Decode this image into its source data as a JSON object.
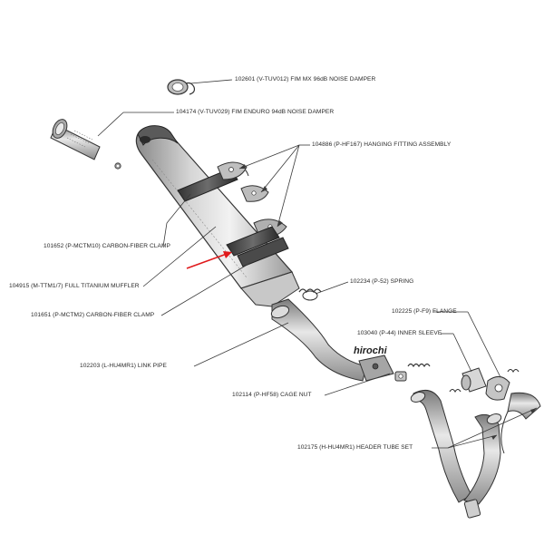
{
  "watermark": "hirochi",
  "callouts": {
    "noise_damper_mx": "102601 (V-TUV012) FIM MX 96dB NOISE DAMPER",
    "noise_damper_enduro": "104174 (V-TUV029) FIM ENDURO 94dB NOISE DAMPER",
    "hanging_fitting": "104886 (P-HF167) HANGING FITTING ASSEMBLY",
    "clamp_upper": "101652 (P-MCTM10) CARBON-FIBER CLAMP",
    "muffler": "104915 (M-TTM1/7) FULL TITANIUM MUFFLER",
    "clamp_lower": "101651 (P-MCTM2) CARBON-FIBER CLAMP",
    "spring": "102234 (P-52) SPRING",
    "flange": "102225 (P-F9) FLANGE",
    "inner_sleeve": "103040 (P-44) INNER SLEEVE",
    "link_pipe": "102203 (L-HU4MR1) LINK PIPE",
    "cage_nut": "102114 (P-HF58) CAGE NUT",
    "header_tube_set": "102175 (H-HU4MR1) HEADER TUBE SET"
  },
  "colors": {
    "line": "#3a3a3a",
    "part_fill": "#f4f4f4",
    "part_shade": "#9a9a9a",
    "dark": "#2b2b2b",
    "arrow": "#e0191b"
  }
}
